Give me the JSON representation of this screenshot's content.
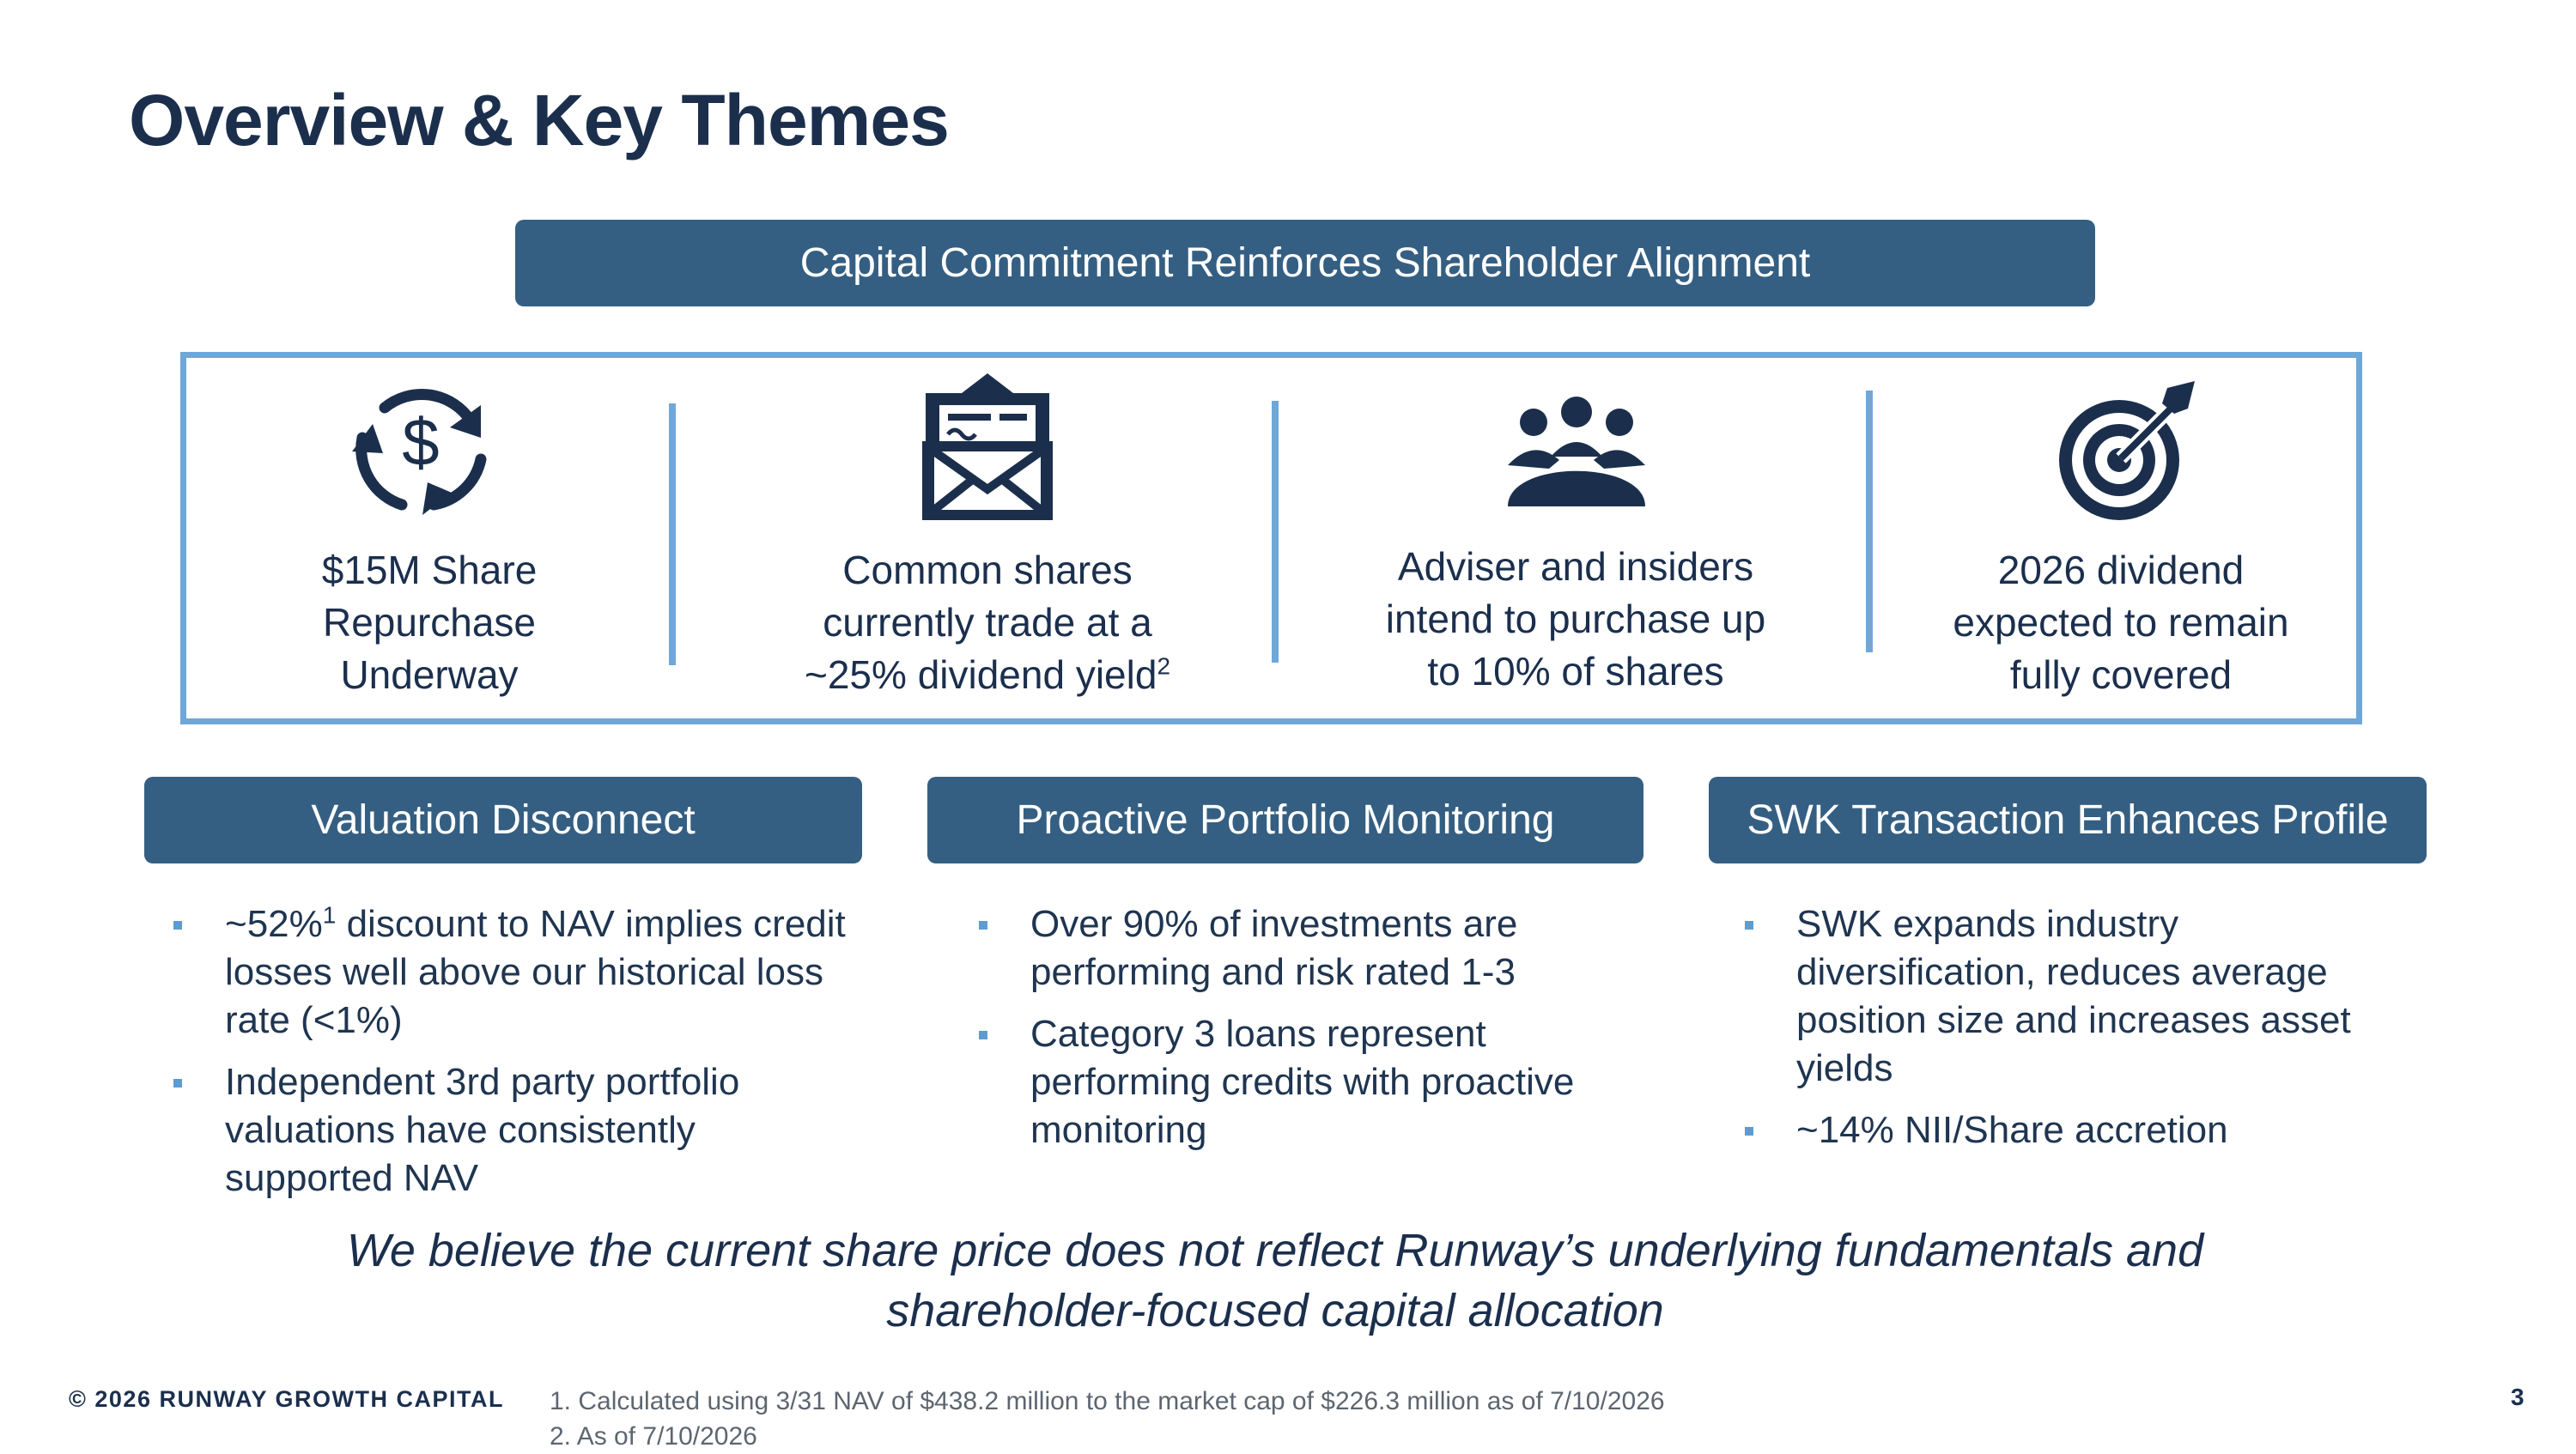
{
  "title": "Overview & Key Themes",
  "top_banner": "Capital Commitment Reinforces Shareholder Alignment",
  "features": [
    {
      "icon": "dollar-cycle-icon",
      "lines": [
        "$15M Share",
        "Repurchase",
        "Underway"
      ],
      "sup": ""
    },
    {
      "icon": "envelope-check-icon",
      "lines": [
        "Common shares",
        "currently trade at a",
        "~25% dividend yield"
      ],
      "sup": "2"
    },
    {
      "icon": "people-group-icon",
      "lines": [
        "Adviser and insiders",
        "intend to purchase up",
        "to 10% of shares"
      ],
      "sup": ""
    },
    {
      "icon": "target-icon",
      "lines": [
        "2026 dividend",
        "expected to remain",
        "fully covered"
      ],
      "sup": ""
    }
  ],
  "columns": [
    {
      "header": "Valuation Disconnect",
      "bullets": [
        {
          "pre": "~52%",
          "sup": "1",
          "text": " discount to NAV implies credit losses well above our historical loss rate (<1%)"
        },
        {
          "pre": "",
          "sup": "",
          "text": "Independent 3rd party portfolio valuations have consistently supported NAV"
        }
      ]
    },
    {
      "header": "Proactive Portfolio Monitoring",
      "bullets": [
        {
          "pre": "",
          "sup": "",
          "text": "Over 90% of investments are performing and risk rated 1-3"
        },
        {
          "pre": "",
          "sup": "",
          "text": "Category 3 loans represent performing credits with proactive monitoring"
        }
      ]
    },
    {
      "header": "SWK Transaction Enhances Profile",
      "bullets": [
        {
          "pre": "",
          "sup": "",
          "text": "SWK expands industry diversification, reduces average position size and increases asset yields"
        },
        {
          "pre": "",
          "sup": "",
          "text": "~14% NII/Share accretion"
        }
      ]
    }
  ],
  "tagline": "We believe the current share price does not reflect Runway’s underlying fundamentals and shareholder-focused capital allocation",
  "footer": {
    "copyright": "© 2026 RUNWAY GROWTH CAPITAL",
    "footnotes": [
      "1.  Calculated using 3/31 NAV of $438.2 million to the market cap of $226.3 million as of 7/10/2026",
      "2.  As of 7/10/2026"
    ],
    "page_number": "3"
  },
  "colors": {
    "navy": "#1b2f4d",
    "banner": "#355f82",
    "accent": "#6fa7d8"
  }
}
